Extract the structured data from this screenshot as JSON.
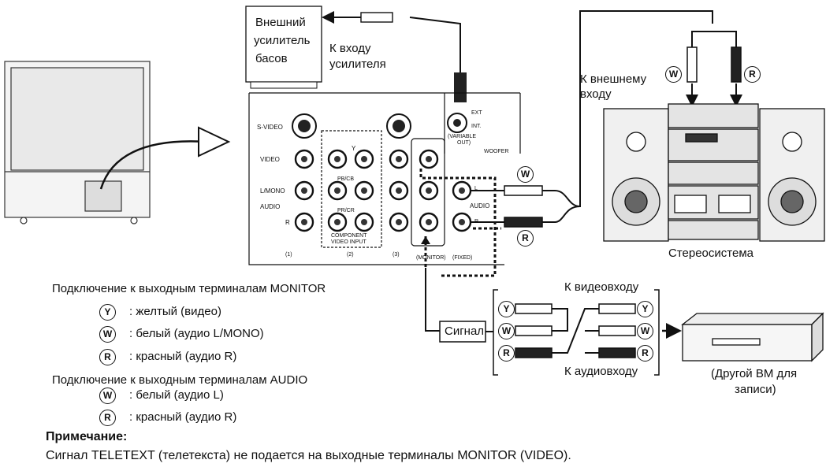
{
  "bass_amp": {
    "box_line1": "Внешний",
    "box_line2": "усилитель",
    "box_line3": "басов",
    "to_input_line1": "К входу",
    "to_input_line2": "усилителя"
  },
  "panel": {
    "svideo": "S-VIDEO",
    "video": "VIDEO",
    "lmono": "L/MONO",
    "audio": "AUDIO",
    "r": "R",
    "y": "Y",
    "pb": "PB/CB",
    "pr": "PR/CR",
    "component_line1": "COMPONENT",
    "component_line2": "VIDEO INPUT",
    "input1": "(1)",
    "input2": "(2)",
    "input3": "(3)",
    "monitor": "(MONITOR)",
    "fixed": "(FIXED)",
    "ext": "EXT",
    "int": "INT.",
    "variable_line1": "(VARIABLE",
    "variable_line2": "OUT)",
    "woofer": "WOOFER",
    "audio_out_l": "L",
    "audio_out": "AUDIO",
    "audio_out_r": "R"
  },
  "stereo": {
    "to_external_line1": "К внешнему",
    "to_external_line2": "входу",
    "caption": "Стереосистема"
  },
  "plug_letters": {
    "w": "W",
    "r": "R",
    "y": "Y"
  },
  "signal_label": "Сигнал",
  "to_video_input": "К видеовходу",
  "to_audio_input": "К аудиовходу",
  "vcr_caption_line1": "(Другой ВМ для",
  "vcr_caption_line2": "записи)",
  "legend": {
    "monitor_title": "Подключение к выходным терминалам MONITOR",
    "monitor_items": [
      {
        "letter": "Y",
        "text": ": желтый (видео)"
      },
      {
        "letter": "W",
        "text": ": белый (аудио L/MONO)"
      },
      {
        "letter": "R",
        "text": ": красный (аудио R)"
      }
    ],
    "audio_title": "Подключение к выходным терминалам AUDIO",
    "audio_items": [
      {
        "letter": "W",
        "text": ": белый (аудио L)"
      },
      {
        "letter": "R",
        "text": ": красный (аудио R)"
      }
    ]
  },
  "note": {
    "title": "Примечание:",
    "text": "Сигнал TELETEXT (телетекста) не подается на выходные терминалы MONITOR (VIDEO)."
  }
}
